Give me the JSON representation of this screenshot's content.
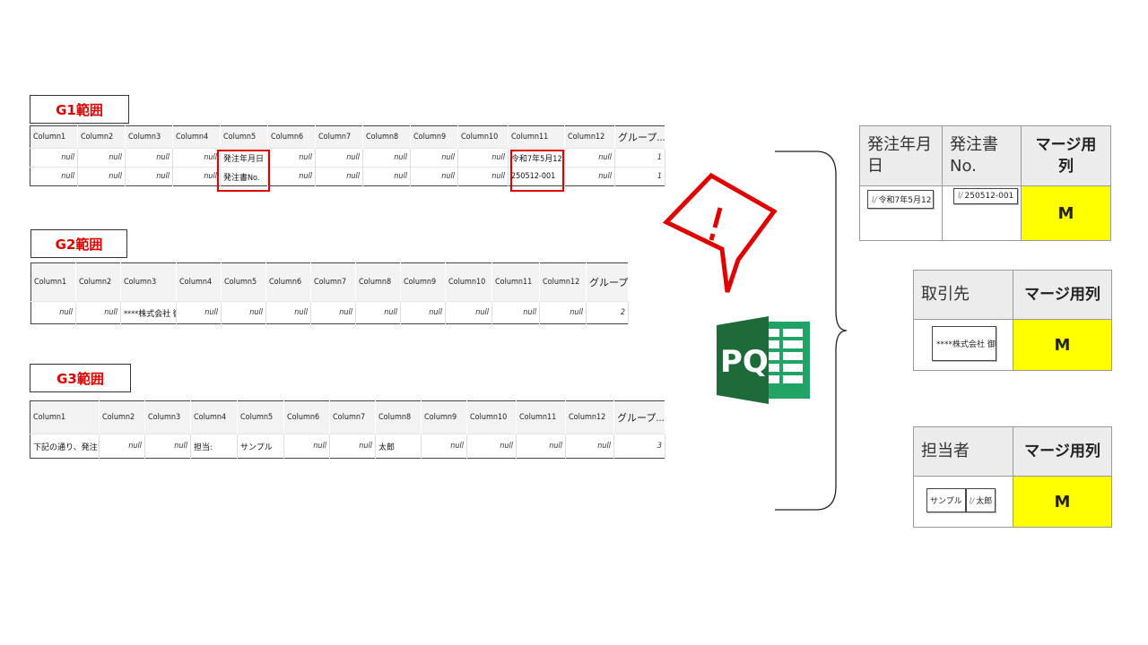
{
  "groups": [
    {
      "label": "G1範囲",
      "headers": [
        "Column1",
        "Column2",
        "Column3",
        "Column4",
        "Column5",
        "Column6",
        "Column7",
        "Column8",
        "Column9",
        "Column10",
        "Column11",
        "Column12",
        "グループ..."
      ],
      "rows": [
        [
          "null",
          "null",
          "null",
          "null",
          "発注年月日",
          "null",
          "null",
          "null",
          "null",
          "null",
          "令和7年5月12日",
          "null",
          "1"
        ],
        [
          "null",
          "null",
          "null",
          "null",
          "発注書No.",
          "null",
          "null",
          "null",
          "null",
          "null",
          "250512-001",
          "null",
          "1"
        ]
      ]
    },
    {
      "label": "G2範囲",
      "headers": [
        "Column1",
        "Column2",
        "Column3",
        "Column4",
        "Column5",
        "Column6",
        "Column7",
        "Column8",
        "Column9",
        "Column10",
        "Column11",
        "Column12",
        "グループ..."
      ],
      "rows": [
        [
          "null",
          "null",
          "****株式会社 御中",
          "null",
          "null",
          "null",
          "null",
          "null",
          "null",
          "null",
          "null",
          "null",
          "2"
        ]
      ]
    },
    {
      "label": "G3範囲",
      "headers": [
        "Column1",
        "Column2",
        "Column3",
        "Column4",
        "Column5",
        "Column6",
        "Column7",
        "Column8",
        "Column9",
        "Column10",
        "Column11",
        "Column12",
        "グループ..."
      ],
      "rows": [
        [
          "下記の通り、発注いたします",
          "null",
          "null",
          "担当:",
          "サンプル",
          "null",
          "null",
          "太郎",
          "null",
          "null",
          "null",
          "null",
          "3"
        ]
      ]
    }
  ],
  "pq_logo_text": "PQ",
  "result_tables": [
    {
      "headers": [
        "発注年月日",
        "発注書No.",
        "マージ用列"
      ],
      "cells": [
        {
          "prefix": "l/",
          "text": "令和7年5月12日"
        },
        {
          "prefix": "l/",
          "text": "250512-001"
        },
        {
          "text": "M"
        }
      ]
    },
    {
      "headers": [
        "取引先",
        "マージ用列"
      ],
      "cells": [
        {
          "prefix": "",
          "text": "****株式会社 御中"
        },
        {
          "text": "M"
        }
      ]
    },
    {
      "headers": [
        "担当者",
        "マージ用列"
      ],
      "cells": [
        {
          "prefix": "",
          "text": "サンプル"
        },
        {
          "prefix": "l/",
          "text": "太郎"
        },
        {
          "text": "M"
        }
      ]
    }
  ],
  "colors": {
    "accent_red": "#e00000",
    "merge_yellow": "#ffff00",
    "pq_green_dark": "#1e6b3a",
    "pq_green": "#21a366"
  }
}
